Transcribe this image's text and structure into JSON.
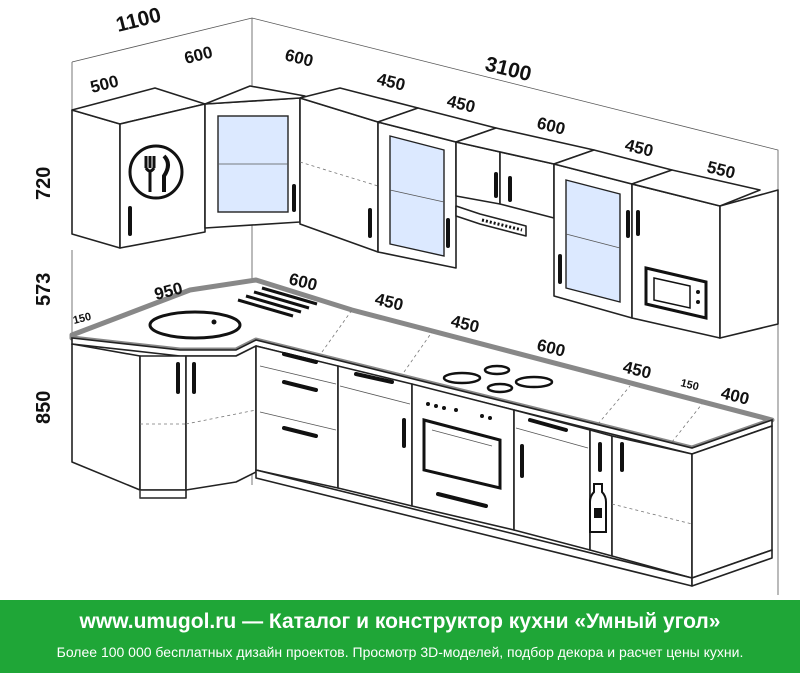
{
  "dimensions": {
    "top_total_left": "1100",
    "top_total_right": "3100",
    "upper_500": "500",
    "upper_600_a": "600",
    "upper_600_b": "600",
    "upper_450_a": "450",
    "upper_450_b": "450",
    "upper_600_c": "600",
    "upper_450_c": "450",
    "upper_550": "550",
    "height_720": "720",
    "height_573": "573",
    "height_850": "850",
    "base_150_left": "150",
    "base_950": "950",
    "base_600": "600",
    "base_450_a": "450",
    "base_450_b": "450",
    "base_600_b": "600",
    "base_450_c": "450",
    "base_150_right": "150",
    "base_400": "400"
  },
  "banner": {
    "title": "www.umugol.ru — Каталог и конструктор кухни «Умный угол»",
    "subtitle": "Более 100 000 бесплатных дизайн проектов. Просмотр 3D-моделей, подбор декора и расчет цены кухни."
  },
  "colors": {
    "banner_bg": "#1fa637",
    "glass": "#dce9ff"
  }
}
